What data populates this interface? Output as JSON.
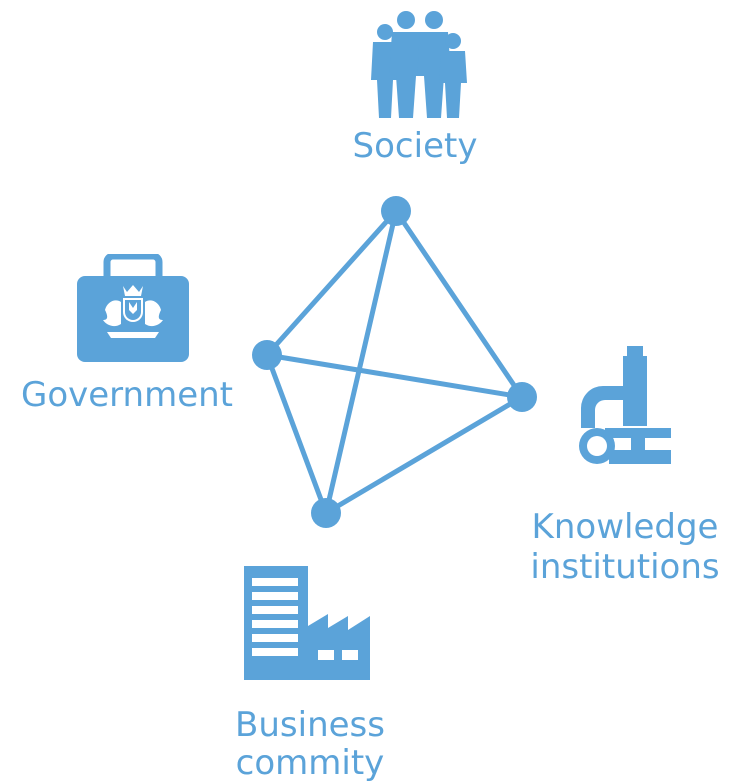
{
  "colors": {
    "accent": "#5ba3d9"
  },
  "nodes": {
    "society": {
      "label": "Society",
      "icon": "people-group-icon"
    },
    "government": {
      "label": "Government",
      "icon": "government-briefcase-icon"
    },
    "knowledge": {
      "label_line1": "Knowledge",
      "label_line2": "institutions",
      "icon": "microscope-icon"
    },
    "business": {
      "label_line1": "Business",
      "label_line2": "commity",
      "icon": "factory-icon"
    }
  }
}
